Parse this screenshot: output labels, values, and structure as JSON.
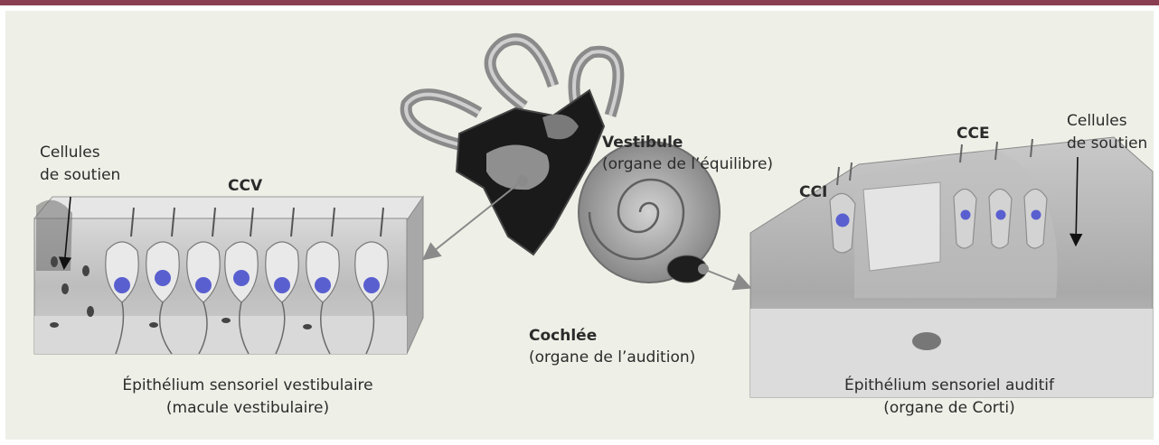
{
  "colors": {
    "top_bar": "#8a3e52",
    "background": "#eef0e7",
    "nucleus": "#5a5fd0",
    "arrow": "#8a8a8a"
  },
  "left": {
    "support_cells_line1": "Cellules",
    "support_cells_line2": "de soutien",
    "ccv": "CCV",
    "caption_line1": "Épithélium sensoriel vestibulaire",
    "caption_line2": "(macule vestibulaire)"
  },
  "center": {
    "vestibule_title": "Vestibule",
    "vestibule_sub": "(organe de l’équilibre)",
    "cochlea_title": "Cochlée",
    "cochlea_sub": "(organe de l’audition)"
  },
  "right": {
    "cce": "CCE",
    "cci": "CCI",
    "support_cells_line1": "Cellules",
    "support_cells_line2": "de soutien",
    "caption_line1": "Épithélium sensoriel auditif",
    "caption_line2": "(organe de Corti)"
  }
}
